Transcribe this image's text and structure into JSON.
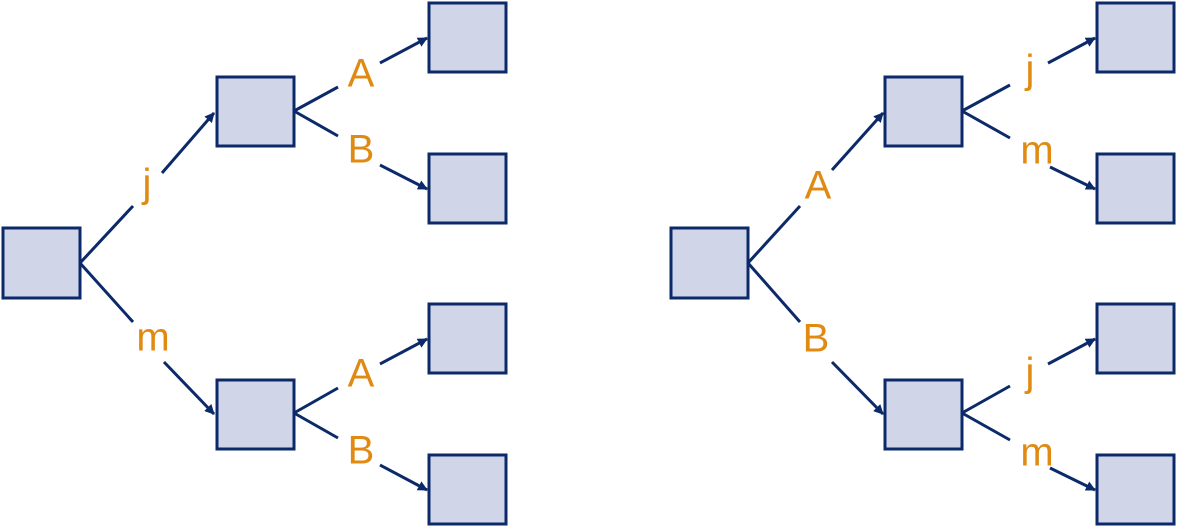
{
  "colors": {
    "node_fill": "#d0d6e8",
    "node_stroke": "#0c2a6a",
    "edge": "#0c2a6a",
    "label": "#e08a12",
    "background": "#ffffff"
  },
  "trees": [
    {
      "id": "left-tree",
      "level1": [
        "j",
        "m"
      ],
      "level2": [
        [
          "A",
          "B"
        ],
        [
          "A",
          "B"
        ]
      ]
    },
    {
      "id": "right-tree",
      "level1": [
        "A",
        "B"
      ],
      "level2": [
        [
          "j",
          "m"
        ],
        [
          "j",
          "m"
        ]
      ]
    }
  ]
}
